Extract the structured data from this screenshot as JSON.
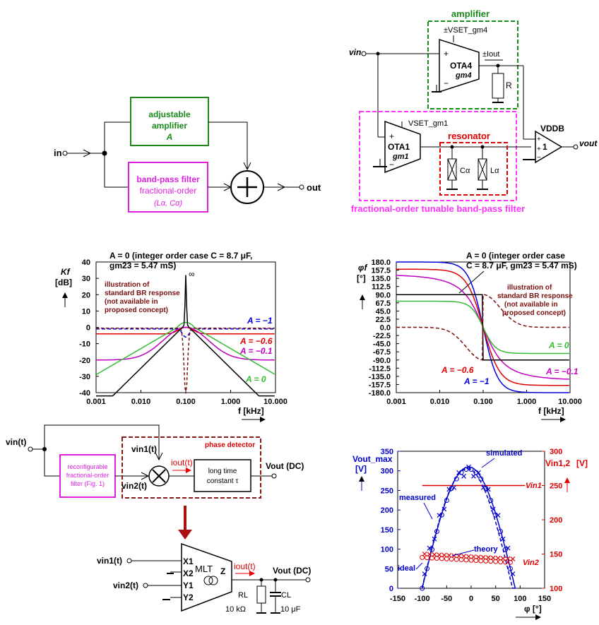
{
  "fig1": {
    "in_label": "in",
    "out_label": "out",
    "amp_line1": "adjustable",
    "amp_line2": "amplifier",
    "amp_gain": "A",
    "bp_line1": "band-pass filter",
    "bp_line2": "fractional-order",
    "bp_line3": "(Lα, Cα)",
    "colors": {
      "amp": "#1a8a1a",
      "bp": "#e020e0"
    }
  },
  "fig2": {
    "amplifier_title": "amplifier",
    "vset_gm4": "±VSET_gm4",
    "ota4": "OTA4",
    "gm4": "gm4",
    "iout": "±Iout",
    "r_label": "R",
    "vin": "vin",
    "vset_gm1": "VSET_gm1",
    "ota1": "OTA1",
    "gm1": "gm1",
    "resonator": "resonator",
    "c_alpha": "Cα",
    "l_alpha": "Lα",
    "vddb": "VDDB",
    "vddb_gain": "1",
    "vout": "vout",
    "filter_caption": "fractional-order tunable band-pass filter",
    "colors": {
      "amp": "#1a8a1a",
      "res": "#dd0000",
      "filter": "#ff33ff"
    }
  },
  "fig3": {
    "annotation1": "A = 0 (integer order case C = 8.7 μF,",
    "annotation2": "gm23 = 5.47 mS)",
    "ylabel1": "Kf",
    "ylabel2": "[dB]",
    "xlabel": "f [kHz]",
    "infinity": "∞",
    "br_note1": "illustration of",
    "br_note2": "standard BR response",
    "br_note3": "(not available in",
    "br_note4": "proposed concept)",
    "yticks": [
      "40",
      "30",
      "20",
      "10",
      "0",
      "-10",
      "-20",
      "-30",
      "-40"
    ],
    "xticks": [
      "0.001",
      "0.010",
      "0.100",
      "1.000",
      "10.000"
    ],
    "labels": [
      "A = −1",
      "A = −0.6",
      "A = −0.1",
      "A = 0"
    ]
  },
  "fig4": {
    "annotation1": "A = 0 (integer order case",
    "annotation2": "C = 8.7 μF, gm23 = 5.47 mS)",
    "ylabel1": "φf",
    "ylabel2": "[°]",
    "xlabel": "f [kHz]",
    "br_note1": "illustration of",
    "br_note2": "standard BR response",
    "br_note3": "(not available in",
    "br_note4": "proposed concept)",
    "yticks": [
      "180.0",
      "157.5",
      "135.0",
      "112.5",
      "90.0",
      "67.5",
      "45.0",
      "22.5",
      "0.0",
      "-22.5",
      "-45.0",
      "-67.5",
      "-90.0",
      "-112.5",
      "-135.0",
      "-157.5",
      "-180.0"
    ],
    "xticks": [
      "0.001",
      "0.010",
      "0.100",
      "1.000",
      "10.000"
    ],
    "labels": [
      "A = 0",
      "A = −0.1",
      "A = −0.6",
      "A = −1"
    ]
  },
  "fig5": {
    "vin_t": "vin(t)",
    "vin1": "vin1(t)",
    "vin2": "vin2(t)",
    "iout": "iout(t)",
    "phase_detector": "phase detector",
    "filter1": "reconfigurable",
    "filter2": "fractional-order",
    "filter3": "filter (Fig. 1)",
    "lp1": "long time",
    "lp2": "constant τ",
    "vout": "Vout (DC)"
  },
  "fig6": {
    "vin1": "vin1(t)",
    "vin2": "vin2(t)",
    "x1": "X1",
    "x2": "X2",
    "y1": "Y1",
    "y2": "Y2",
    "z": "Z",
    "mlt": "MLT",
    "iout": "iout(t)",
    "vout": "Vout (DC)",
    "rl": "RL",
    "rl_val": "10 kΩ",
    "cl": "CL",
    "cl_val": "10 μF"
  },
  "fig7": {
    "yl1": "Vout_max",
    "yl1u": "[V]",
    "yr1": "Vin1,2",
    "yr1u": "[V]",
    "xlabel": "φ [°]",
    "simulated": "simulated",
    "measured": "measured",
    "theory": "theory",
    "ideal": "ideal",
    "vin1": "Vin1",
    "vin2": "Vin2",
    "yleft": [
      "350",
      "300",
      "250",
      "200",
      "150",
      "100",
      "50",
      "0"
    ],
    "yright": [
      "300",
      "250",
      "200",
      "150",
      "100"
    ],
    "xticks": [
      "-150",
      "-100",
      "-50",
      "0",
      "50",
      "100",
      "150"
    ]
  }
}
